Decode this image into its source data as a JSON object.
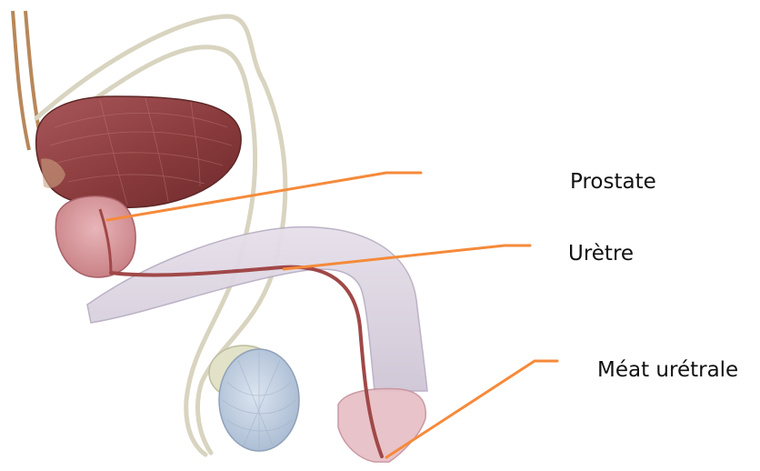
{
  "labels": {
    "prostate": "Prostate",
    "uretre": "Urètre",
    "meat": "Méat urétrale"
  },
  "colors": {
    "leader_line": "#F58A3A",
    "bladder": "#8E3B3B",
    "prostate": "#D99A9E",
    "urethra": "#A04848",
    "penis_shaft": "#D6CFDC",
    "glans": "#E8C0C8",
    "testis": "#B9C8DC",
    "epididymis": "#E2E2C8",
    "vas_deferens": "#D8D4C0",
    "ureter": "#B8875A"
  }
}
